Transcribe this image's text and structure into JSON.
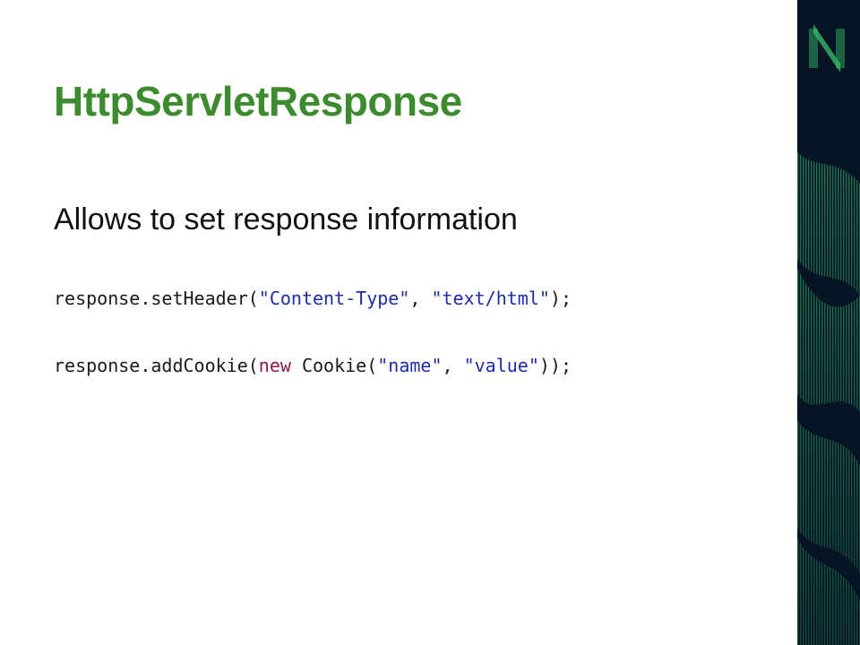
{
  "slide": {
    "title": "HttpServletResponse",
    "subtitle": "Allows to set response information",
    "code": {
      "line1": {
        "prefix": "response.setHeader(",
        "arg1": "\"Content-Type\"",
        "sep": ", ",
        "arg2": "\"text/html\"",
        "suffix": ");"
      },
      "line2": {
        "prefix": "response.addCookie(",
        "keyword": "new",
        "middle": " Cookie(",
        "arg1": "\"name\"",
        "sep": ", ",
        "arg2": "\"value\"",
        "suffix": "));"
      }
    }
  },
  "theme": {
    "title_color": "#3d8b2f",
    "panel_background": "#071426",
    "panel_accent": "#37c06a",
    "string_color": "#1f2ca8",
    "keyword_color": "#8a1a4f"
  },
  "icons": {
    "panel_logo": "letter-n-logo-icon",
    "panel_decoration": "green-wave-stripes-decoration"
  }
}
